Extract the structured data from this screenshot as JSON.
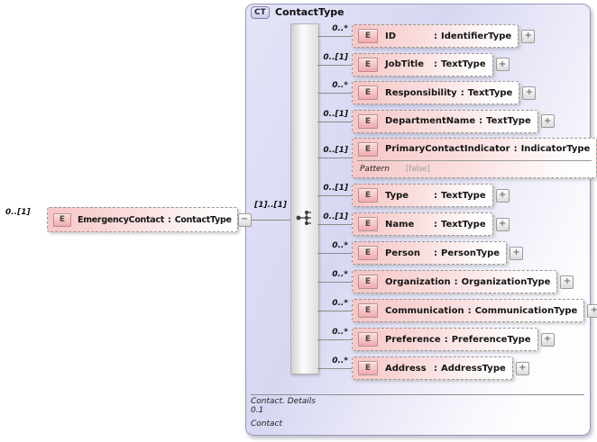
{
  "diagram": {
    "separator": ":",
    "icons": {
      "element_badge": "E",
      "complex_type_badge": "CT",
      "expand": "+",
      "collapse": "−",
      "compositor": "sequence-icon"
    },
    "colors": {
      "container_fill": "#d9d9f3",
      "container_border": "#9898bc",
      "element_fill": "#f6c5c5",
      "element_border": "#979797",
      "element_badge_fill": "#f0abab",
      "element_badge_border": "#b88f8f",
      "sequence_bar_fill": "#e8e8e8",
      "connector_line": "#8c8c8c",
      "pattern_value": "#999999"
    },
    "root_element": {
      "cardinality": "0..[1]",
      "name": "EmergencyContact",
      "type": "ContactType"
    },
    "complex_type": {
      "title": "ContactType",
      "compositor": {
        "kind": "sequence",
        "cardinality": "[1]..[1]"
      },
      "children": [
        {
          "cardinality": "0..*",
          "name": "ID",
          "type": "IdentifierType",
          "expandable": true
        },
        {
          "cardinality": "0..[1]",
          "name": "JobTitle",
          "type": "TextType",
          "expandable": true
        },
        {
          "cardinality": "0..*",
          "name": "Responsibility",
          "type": "TextType",
          "expandable": true
        },
        {
          "cardinality": "0..[1]",
          "name": "DepartmentName",
          "type": "TextType",
          "expandable": true
        },
        {
          "cardinality": "0..[1]",
          "name": "PrimaryContactIndicator",
          "type": "IndicatorType",
          "expandable": false,
          "facets": [
            {
              "label": "Pattern",
              "value": "[false]"
            }
          ]
        },
        {
          "cardinality": "0..[1]",
          "name": "Type",
          "type": "TextType",
          "expandable": true
        },
        {
          "cardinality": "0..[1]",
          "name": "Name",
          "type": "TextType",
          "expandable": true
        },
        {
          "cardinality": "0..*",
          "name": "Person",
          "type": "PersonType",
          "expandable": true
        },
        {
          "cardinality": "0..*",
          "name": "Organization",
          "type": "OrganizationType",
          "expandable": true
        },
        {
          "cardinality": "0..*",
          "name": "Communication",
          "type": "CommunicationType",
          "expandable": true
        },
        {
          "cardinality": "0..*",
          "name": "Preference",
          "type": "PreferenceType",
          "expandable": true
        },
        {
          "cardinality": "0..*",
          "name": "Address",
          "type": "AddressType",
          "expandable": true
        }
      ],
      "footer": {
        "annotation": "Contact. Details",
        "version": "0.1",
        "name": "Contact"
      }
    }
  }
}
